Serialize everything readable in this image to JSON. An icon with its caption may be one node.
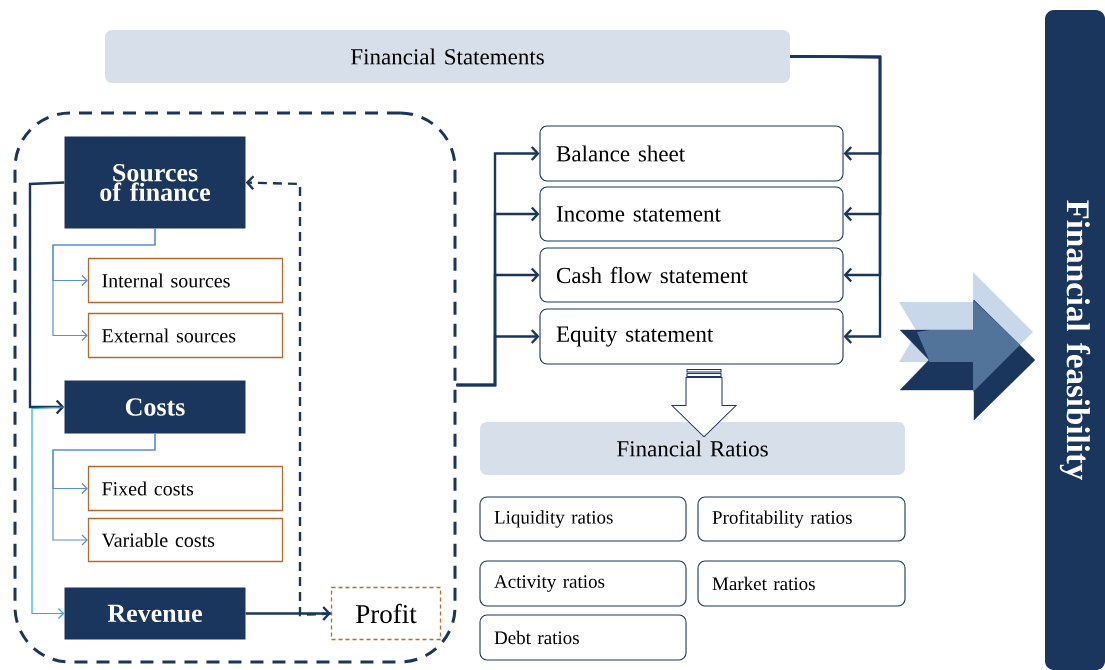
{
  "diagram": {
    "nodes": [
      {
        "text": [
          "Financial Statements"
        ]
      },
      {
        "text": [],
        "shape": "box"
      },
      {
        "text": [
          "Sources of finance"
        ],
        "in": 1
      },
      {
        "text": [
          "Internal sources"
        ],
        "in": 1
      },
      {
        "text": [
          "External sources"
        ],
        "in": 1
      },
      {
        "text": [
          "Costs"
        ],
        "in": 1
      },
      {
        "text": [
          "Fixed costs"
        ],
        "in": 1
      },
      {
        "text": [
          "Variable costs"
        ],
        "in": 1
      },
      {
        "text": [
          "Revenue"
        ],
        "in": 1
      },
      {
        "text": [
          "Profit"
        ],
        "in": 1
      },
      {
        "text": [
          "Balance sheet"
        ]
      },
      {
        "text": [
          "Income statement"
        ]
      },
      {
        "text": [
          "Cash flow statement"
        ]
      },
      {
        "text": [
          "Equity statement"
        ]
      },
      {
        "text": [
          "Financial Ratios"
        ]
      },
      {
        "text": [
          "Liquidity ratios"
        ]
      },
      {
        "text": [
          "Profitability ratios"
        ]
      },
      {
        "text": [
          "Activity ratios"
        ]
      },
      {
        "text": [
          "Market ratios"
        ]
      },
      {
        "text": [
          "Debt ratios"
        ]
      },
      {
        "text": [
          "Financial feasibility"
        ]
      }
    ],
    "edges": [
      {
        "from": 2,
        "to": 3,
        "arrow": "to",
        "color": "#5b8ed6"
      },
      {
        "from": 2,
        "to": 4,
        "arrow": "to",
        "color": "#5b8ed6"
      },
      {
        "from": 2,
        "to": 5,
        "arrow": "to"
      },
      {
        "from": 5,
        "to": 6,
        "arrow": "to",
        "color": "#5b8ed6"
      },
      {
        "from": 5,
        "to": 7,
        "arrow": "to",
        "color": "#5b8ed6"
      },
      {
        "from": 5,
        "to": 8,
        "arrow": "to",
        "color": "#1fb0ea"
      },
      {
        "from": 8,
        "to": 9,
        "arrow": "to"
      },
      {
        "from": 9,
        "to": 2,
        "arrow": "to",
        "style": "dashed"
      },
      {
        "from": 1,
        "to": 10,
        "arrow": "to"
      },
      {
        "from": 1,
        "to": 11,
        "arrow": "to"
      },
      {
        "from": 1,
        "to": 12,
        "arrow": "to"
      },
      {
        "from": 1,
        "to": 13,
        "arrow": "to"
      },
      {
        "from": 0,
        "to": 10,
        "arrow": "to"
      },
      {
        "from": 0,
        "to": 11,
        "arrow": "to"
      },
      {
        "from": 0,
        "to": 12,
        "arrow": "to"
      },
      {
        "from": 0,
        "to": 13,
        "arrow": "to"
      },
      {
        "from": 13,
        "to": 14,
        "arrow": "to"
      },
      {
        "from": null,
        "to": 20,
        "arrow": "to"
      }
    ]
  }
}
